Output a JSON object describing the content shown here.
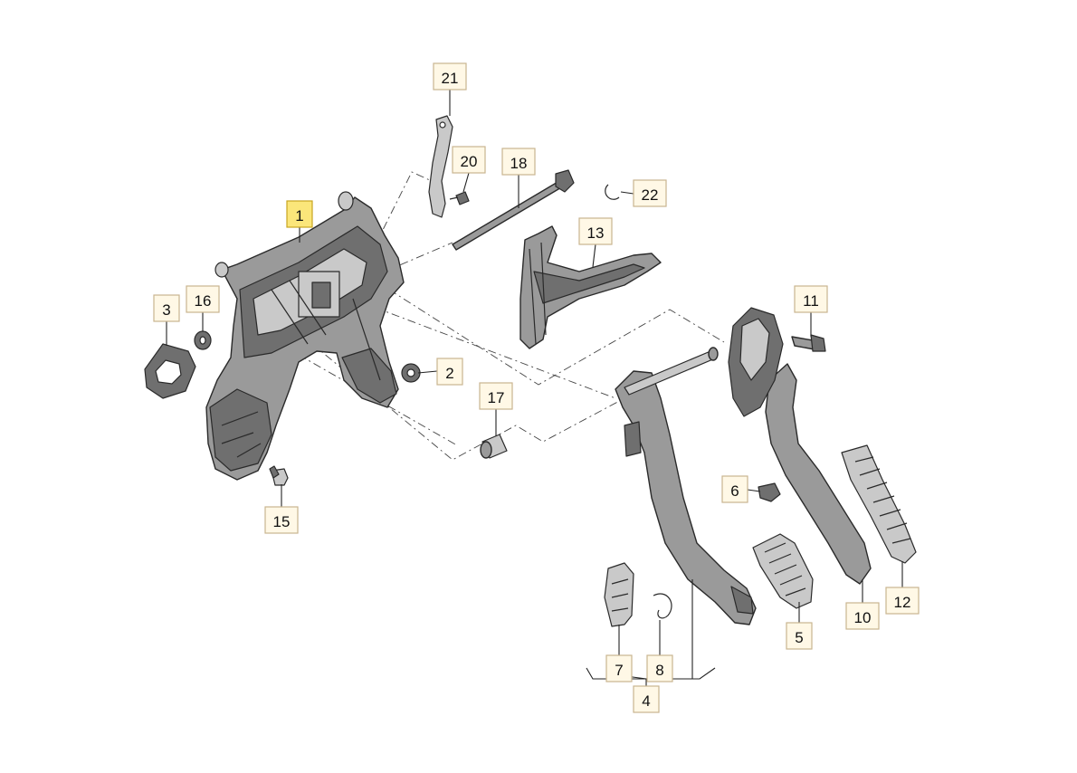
{
  "callouts": [
    {
      "id": "1",
      "label": "1",
      "highlight": true
    },
    {
      "id": "2",
      "label": "2"
    },
    {
      "id": "3",
      "label": "3"
    },
    {
      "id": "4",
      "label": "4"
    },
    {
      "id": "5",
      "label": "5"
    },
    {
      "id": "6",
      "label": "6"
    },
    {
      "id": "7",
      "label": "7"
    },
    {
      "id": "8",
      "label": "8"
    },
    {
      "id": "10",
      "label": "10"
    },
    {
      "id": "11",
      "label": "11"
    },
    {
      "id": "12",
      "label": "12"
    },
    {
      "id": "13",
      "label": "13"
    },
    {
      "id": "15",
      "label": "15"
    },
    {
      "id": "16",
      "label": "16"
    },
    {
      "id": "17",
      "label": "17"
    },
    {
      "id": "18",
      "label": "18"
    },
    {
      "id": "20",
      "label": "20"
    },
    {
      "id": "21",
      "label": "21"
    },
    {
      "id": "22",
      "label": "22"
    }
  ],
  "colors": {
    "callout_fill": "#fff8e6",
    "callout_highlight": "#fbe67a",
    "part_gray": "#9a9a9a"
  }
}
